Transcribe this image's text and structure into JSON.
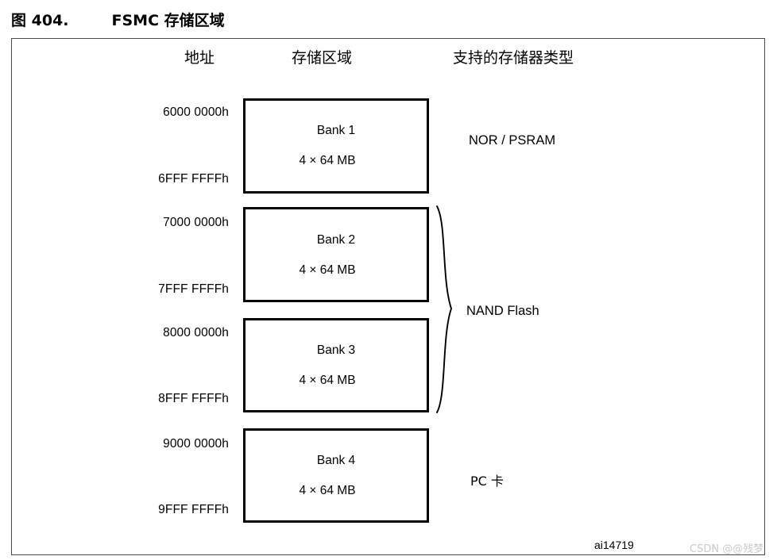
{
  "figure": {
    "label": "图 404.",
    "title": "FSMC 存储区域",
    "id": "ai14719"
  },
  "headers": {
    "address": "地址",
    "region": "存储区域",
    "memory_types": "支持的存储器类型"
  },
  "banks": [
    {
      "name": "Bank 1",
      "size": "4 × 64 MB",
      "address_start": "6000 0000h",
      "address_end": "6FFF FFFFh"
    },
    {
      "name": "Bank 2",
      "size": "4 × 64 MB",
      "address_start": "7000 0000h",
      "address_end": "7FFF FFFFh"
    },
    {
      "name": "Bank 3",
      "size": "4 × 64 MB",
      "address_start": "8000 0000h",
      "address_end": "8FFF FFFFh"
    },
    {
      "name": "Bank 4",
      "size": "4 × 64 MB",
      "address_start": "9000 0000h",
      "address_end": "9FFF FFFFh"
    }
  ],
  "memory_types": {
    "nor_psram": "NOR / PSRAM",
    "nand_flash": "NAND Flash",
    "pc_card": "PC 卡"
  },
  "watermark": {
    "text": "CSDN @@残梦"
  },
  "colors": {
    "box_border": "#000000",
    "frame_border": "#4a4a4a",
    "text": "#000000",
    "watermark": "#c9c9c9"
  }
}
